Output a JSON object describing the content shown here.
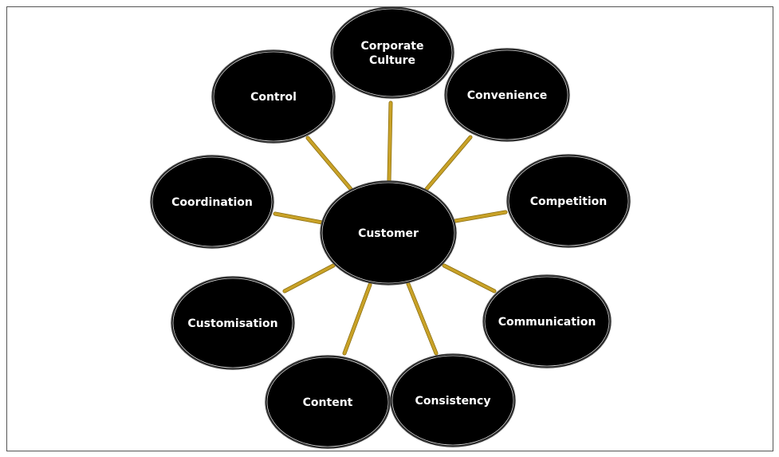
{
  "diagram": {
    "center": {
      "label": "Customer"
    },
    "nodes": [
      {
        "id": "corporate-culture",
        "lines": [
          "Corporate",
          "Culture"
        ]
      },
      {
        "id": "control",
        "lines": [
          "Control"
        ]
      },
      {
        "id": "convenience",
        "lines": [
          "Convenience"
        ]
      },
      {
        "id": "coordination",
        "lines": [
          "Coordination"
        ]
      },
      {
        "id": "competition",
        "lines": [
          "Competition"
        ]
      },
      {
        "id": "customisation",
        "lines": [
          "Customisation"
        ]
      },
      {
        "id": "communication",
        "lines": [
          "Communication"
        ]
      },
      {
        "id": "content",
        "lines": [
          "Content"
        ]
      },
      {
        "id": "consistency",
        "lines": [
          "Consistency"
        ]
      }
    ],
    "colors": {
      "node_fill": "#000000",
      "connector": "#c9a227",
      "frame": "#555555"
    }
  }
}
